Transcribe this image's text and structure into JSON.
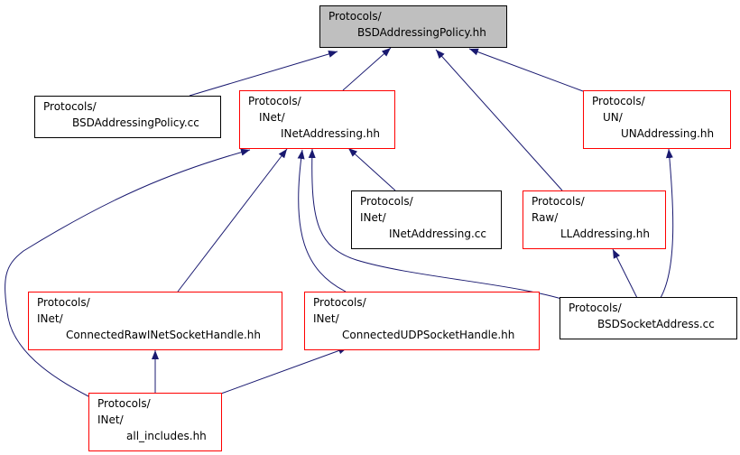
{
  "colors": {
    "edge": "#191970",
    "border_plain": "#000000",
    "border_red": "#ff0000",
    "root_fill": "#bfbfbf",
    "node_fill": "#ffffff"
  },
  "nodes": [
    {
      "id": "bsd-addressing-policy-hh",
      "style": "root",
      "lines": [
        "Protocols/",
        "BSDAddressingPolicy.hh"
      ]
    },
    {
      "id": "bsd-addressing-policy-cc",
      "style": "plain",
      "lines": [
        "Protocols/",
        "BSDAddressingPolicy.cc"
      ]
    },
    {
      "id": "inet-addressing-hh",
      "style": "red",
      "lines": [
        "Protocols/",
        "INet/",
        "INetAddressing.hh"
      ]
    },
    {
      "id": "un-addressing-hh",
      "style": "red",
      "lines": [
        "Protocols/",
        "UN/",
        "UNAddressing.hh"
      ]
    },
    {
      "id": "inet-addressing-cc",
      "style": "plain",
      "lines": [
        "Protocols/",
        "INet/",
        "INetAddressing.cc"
      ]
    },
    {
      "id": "ll-addressing-hh",
      "style": "red",
      "lines": [
        "Protocols/",
        "Raw/",
        "LLAddressing.hh"
      ]
    },
    {
      "id": "connected-raw-inet-socket-handle-hh",
      "style": "red",
      "lines": [
        "Protocols/",
        "INet/",
        "ConnectedRawINetSocketHandle.hh"
      ]
    },
    {
      "id": "connected-udp-socket-handle-hh",
      "style": "red",
      "lines": [
        "Protocols/",
        "INet/",
        "ConnectedUDPSocketHandle.hh"
      ]
    },
    {
      "id": "bsd-socket-address-cc",
      "style": "plain",
      "lines": [
        "Protocols/",
        "BSDSocketAddress.cc"
      ]
    },
    {
      "id": "all-includes-hh",
      "style": "red",
      "lines": [
        "Protocols/",
        "INet/",
        "all_includes.hh"
      ]
    }
  ],
  "edges": [
    {
      "from": "bsd-addressing-policy-cc",
      "to": "bsd-addressing-policy-hh"
    },
    {
      "from": "inet-addressing-hh",
      "to": "bsd-addressing-policy-hh"
    },
    {
      "from": "ll-addressing-hh",
      "to": "bsd-addressing-policy-hh"
    },
    {
      "from": "un-addressing-hh",
      "to": "bsd-addressing-policy-hh"
    },
    {
      "from": "inet-addressing-cc",
      "to": "inet-addressing-hh"
    },
    {
      "from": "connected-raw-inet-socket-handle-hh",
      "to": "inet-addressing-hh"
    },
    {
      "from": "connected-udp-socket-handle-hh",
      "to": "inet-addressing-hh"
    },
    {
      "from": "bsd-socket-address-cc",
      "to": "inet-addressing-hh"
    },
    {
      "from": "all-includes-hh",
      "to": "inet-addressing-hh"
    },
    {
      "from": "bsd-socket-address-cc",
      "to": "un-addressing-hh"
    },
    {
      "from": "bsd-socket-address-cc",
      "to": "ll-addressing-hh"
    },
    {
      "from": "all-includes-hh",
      "to": "connected-raw-inet-socket-handle-hh"
    },
    {
      "from": "all-includes-hh",
      "to": "connected-udp-socket-handle-hh"
    }
  ]
}
